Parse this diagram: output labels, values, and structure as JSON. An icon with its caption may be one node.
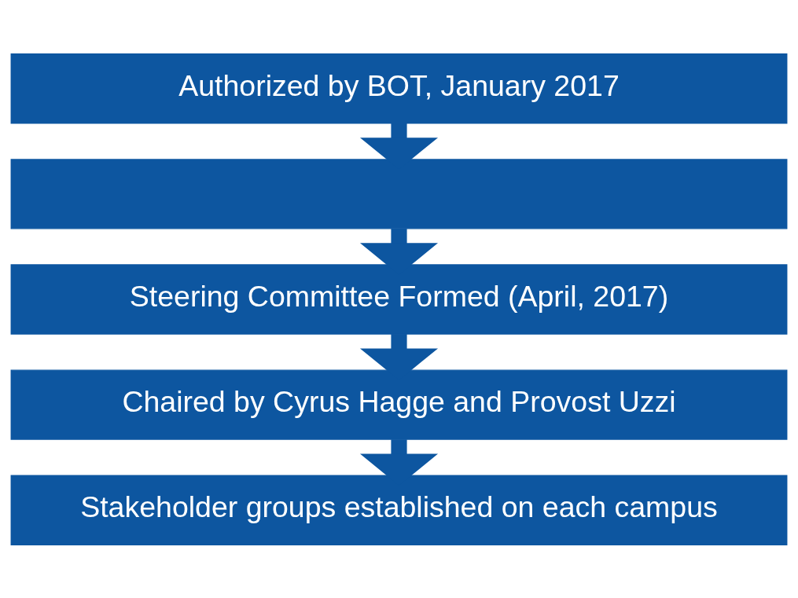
{
  "diagram": {
    "nodes": [
      {
        "text": [
          "Authorized by BOT, January 2017"
        ]
      },
      {
        "text": [],
        "shape": "box"
      },
      {
        "text": [
          "Steering Committee Formed (April, 2017)"
        ]
      },
      {
        "text": [
          "Chaired by Cyrus Hagge and Provost Uzzi"
        ]
      },
      {
        "text": [
          "Stakeholder groups established on each campus"
        ]
      }
    ],
    "edges": [
      {
        "from": 0,
        "to": 1,
        "arrow": "to"
      },
      {
        "from": 1,
        "to": 2,
        "arrow": "to"
      },
      {
        "from": 2,
        "to": 3,
        "arrow": "to"
      },
      {
        "from": 3,
        "to": 4,
        "arrow": "to"
      }
    ]
  }
}
